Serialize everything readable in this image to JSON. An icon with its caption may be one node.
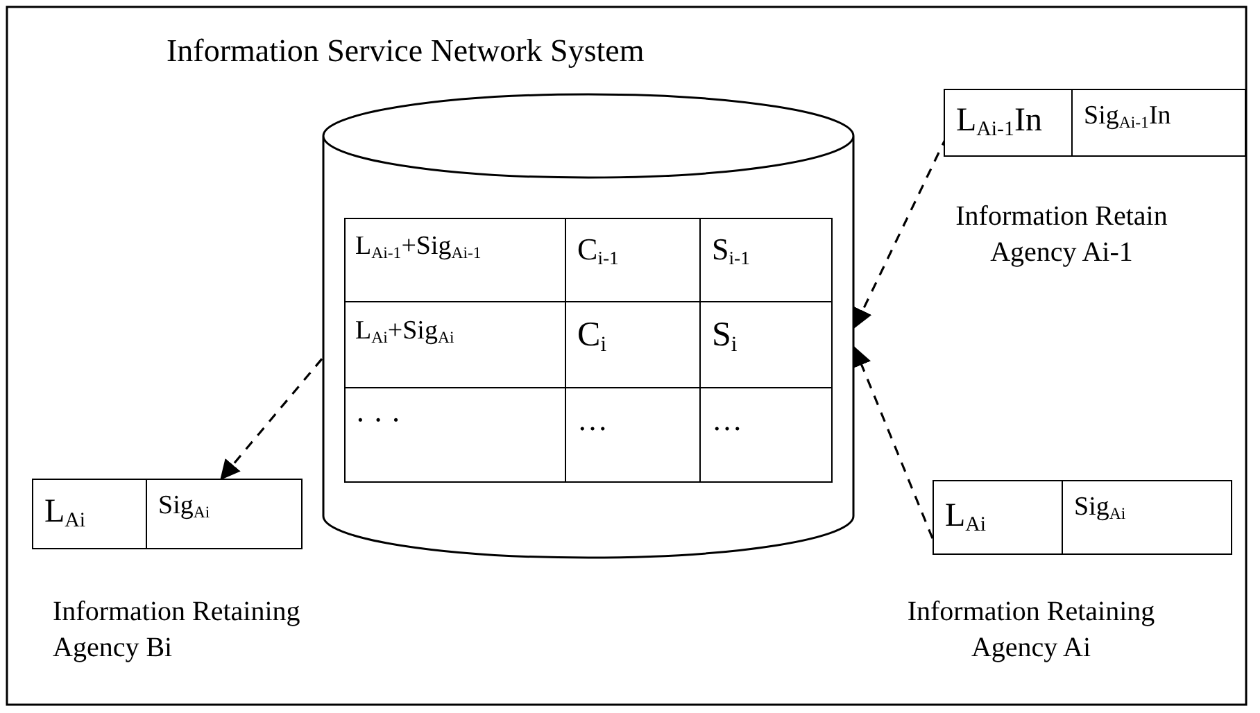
{
  "diagram": {
    "nodes": [
      {
        "text": [
          "Information Service Network System"
        ]
      },
      {
        "text": [
          "L$_{Ai-1}$In",
          "Sig$_{Ai-1}$In"
        ],
        "beside": [
          "Information Retain Agency Ai-1"
        ]
      },
      {
        "text": [
          "L$_{Ai}$",
          "Sig$_{Ai}$"
        ],
        "beside": [
          "Information Retaining Agency Ai"
        ]
      },
      {
        "text": [
          "L$_{Ai}$",
          "Sig$_{Ai}$"
        ],
        "beside": [
          "Information Retaining Agency Bi"
        ]
      }
    ],
    "edges": [
      {
        "from": 1,
        "to": 0,
        "arrow": "to",
        "style": "dashed"
      },
      {
        "from": 2,
        "to": 0,
        "arrow": "to",
        "style": "dashed"
      },
      {
        "from": 0,
        "to": 3,
        "arrow": "to",
        "style": "dashed"
      }
    ],
    "labels": [
      "L$_{Ai-1}$+Sig$_{Ai-1}$",
      "C$_{i-1}$",
      "S$_{i-1}$",
      "L$_{Ai}$+Sig$_{Ai}$",
      "C$_{i}$",
      "S$_{i}$",
      "· · ·",
      "…",
      "…"
    ]
  }
}
